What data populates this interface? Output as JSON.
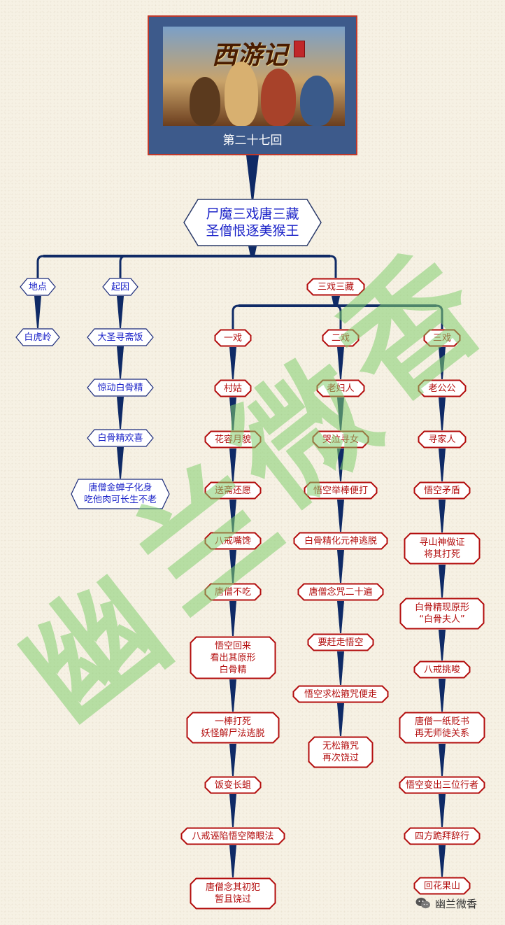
{
  "root": {
    "caption": "第二十七回",
    "logo_text": "西游记"
  },
  "title_node": {
    "text": "尸魔三戏唐三藏\n圣僧恨逐美猴王"
  },
  "nodes": [
    {
      "id": "didian",
      "text": "地点",
      "color": "blue",
      "shape": "hex"
    },
    {
      "id": "baihuling",
      "text": "白虎岭",
      "color": "blue",
      "shape": "hex"
    },
    {
      "id": "qiyin",
      "text": "起因",
      "color": "blue",
      "shape": "hex"
    },
    {
      "id": "dasheng",
      "text": "大圣寻斋饭",
      "color": "blue",
      "shape": "hex"
    },
    {
      "id": "jingdong",
      "text": "惊动白骨精",
      "color": "blue",
      "shape": "hex"
    },
    {
      "id": "huanxi",
      "text": "白骨精欢喜",
      "color": "blue",
      "shape": "hex"
    },
    {
      "id": "tangseng_jin",
      "text": "唐僧金蝉子化身\n吃他肉可长生不老",
      "color": "blue",
      "shape": "hex"
    },
    {
      "id": "sanxi",
      "text": "三戏三藏",
      "color": "red",
      "shape": "oct"
    },
    {
      "id": "yixi",
      "text": "一戏",
      "color": "red",
      "shape": "oct"
    },
    {
      "id": "cungu",
      "text": "村姑",
      "color": "red",
      "shape": "oct"
    },
    {
      "id": "huarong",
      "text": "花容月貌",
      "color": "red",
      "shape": "oct"
    },
    {
      "id": "songzhai",
      "text": "送斋还愿",
      "color": "red",
      "shape": "oct"
    },
    {
      "id": "bajie_zuichan",
      "text": "八戒嘴馋",
      "color": "red",
      "shape": "oct"
    },
    {
      "id": "tangseng_buchi",
      "text": "唐僧不吃",
      "color": "red",
      "shape": "oct"
    },
    {
      "id": "wukong_huilai",
      "text": "悟空回来\n看出其原形\n白骨精",
      "color": "red",
      "shape": "oct"
    },
    {
      "id": "yibang",
      "text": "一棒打死\n妖怪解尸法逃脱",
      "color": "red",
      "shape": "oct"
    },
    {
      "id": "fanbian",
      "text": "饭变长蛆",
      "color": "red",
      "shape": "oct"
    },
    {
      "id": "bajie_wuxian",
      "text": "八戒诬陷悟空障眼法",
      "color": "red",
      "shape": "oct"
    },
    {
      "id": "tangseng_nian",
      "text": "唐僧念其初犯\n暂且饶过",
      "color": "red",
      "shape": "oct"
    },
    {
      "id": "erxi",
      "text": "二戏",
      "color": "red",
      "shape": "oct"
    },
    {
      "id": "laoforen",
      "text": "老妇人",
      "color": "red",
      "shape": "oct"
    },
    {
      "id": "kuqi",
      "text": "哭泣寻女",
      "color": "red",
      "shape": "oct"
    },
    {
      "id": "wukong_jubang",
      "text": "悟空举棒便打",
      "color": "red",
      "shape": "oct"
    },
    {
      "id": "baigu_yuanshen",
      "text": "白骨精化元神逃脱",
      "color": "red",
      "shape": "oct"
    },
    {
      "id": "nianzhou",
      "text": "唐僧念咒二十遍",
      "color": "red",
      "shape": "oct"
    },
    {
      "id": "yaogan",
      "text": "要赶走悟空",
      "color": "red",
      "shape": "oct"
    },
    {
      "id": "qiusong",
      "text": "悟空求松箍咒便走",
      "color": "red",
      "shape": "oct"
    },
    {
      "id": "wusong",
      "text": "无松箍咒\n再次饶过",
      "color": "red",
      "shape": "oct"
    },
    {
      "id": "sanxi2",
      "text": "三戏",
      "color": "red",
      "shape": "oct"
    },
    {
      "id": "laogonggong",
      "text": "老公公",
      "color": "red",
      "shape": "oct"
    },
    {
      "id": "xunjiaren",
      "text": "寻家人",
      "color": "red",
      "shape": "oct"
    },
    {
      "id": "wukong_maodun",
      "text": "悟空矛盾",
      "color": "red",
      "shape": "oct"
    },
    {
      "id": "xunshanshen",
      "text": "寻山神做证\n将其打死",
      "color": "red",
      "shape": "oct"
    },
    {
      "id": "xianyuanxing",
      "text": "白骨精现原形\n“白骨夫人”",
      "color": "red",
      "shape": "oct"
    },
    {
      "id": "bajie_tiaosuo",
      "text": "八戒挑唆",
      "color": "red",
      "shape": "oct"
    },
    {
      "id": "bianshu",
      "text": "唐僧一纸贬书\n再无师徒关系",
      "color": "red",
      "shape": "oct"
    },
    {
      "id": "sanwei",
      "text": "悟空变出三位行者",
      "color": "red",
      "shape": "oct"
    },
    {
      "id": "sifang",
      "text": "四方跪拜辞行",
      "color": "red",
      "shape": "oct"
    },
    {
      "id": "huaguoshan",
      "text": "回花果山",
      "color": "red",
      "shape": "oct"
    }
  ],
  "watermark": [
    "幽",
    "兰",
    "微",
    "香"
  ],
  "footer": {
    "account": "幽兰微香"
  },
  "colors": {
    "line": "#0f2a66",
    "red_border": "#b30d0d",
    "blue_border": "#1a2a7a",
    "root_bg": "#3d5a8b"
  }
}
